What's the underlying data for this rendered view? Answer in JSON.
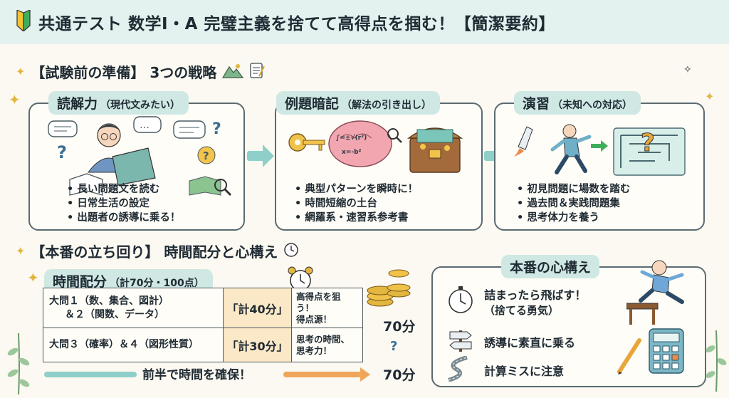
{
  "header": {
    "title": "共通テスト 数学Ⅰ・A 完璧主義を捨てて高得点を掴む！【簡潔要約】",
    "badge_icon": "beginner-mark-icon"
  },
  "section1": {
    "title": "【試験前の準備】 3つの戦略",
    "icons": [
      "mountain-icon",
      "notepad-icon"
    ],
    "cards": [
      {
        "title": "読解力",
        "subtitle": "（現代文みたい）",
        "illustration": "reading-student-icon",
        "bullets": [
          "長い問題文を読む",
          "日常生活の設定",
          "出題者の誘導に乗る！"
        ]
      },
      {
        "title": "例題暗記",
        "subtitle": "（解法の引き出し）",
        "illustration": "key-brain-treasure-icon",
        "brain_formula_1": "∫=±√(r²)",
        "brain_formula_2": "x=-b²",
        "bullets": [
          "典型パターンを瞬時に！",
          "時間短縮の土台",
          "網羅系・速習系参考書"
        ]
      },
      {
        "title": "演習",
        "subtitle": "（未知への対応）",
        "illustration": "runner-maze-icon",
        "bullets": [
          "初見問題に場数を踏む",
          "過去問＆実践問題集",
          "思考体力を養う"
        ]
      }
    ]
  },
  "section2": {
    "title": "【本番の立ち回り】 時間配分と心構え",
    "clock_icon": "clock-icon",
    "allocation": {
      "title": "時間配分",
      "subtitle": "（計70分・100点）",
      "rows": [
        {
          "question_line1": "大問１（数、集合、図計）",
          "question_line2": "＆２（関数、データ）",
          "time": "「計40分」",
          "note_line1": "高得点を狙う！",
          "note_line2": "得点源！"
        },
        {
          "question_line1": "大問３（確率）＆４（図形性質）",
          "question_line2": "",
          "time": "「計30分」",
          "note_line1": "思考の時間、",
          "note_line2": "思考力！"
        }
      ],
      "total_label": "70分",
      "bottom_arrow_text": "前半で時間を確保！",
      "bottom_total": "70分"
    },
    "mindset": {
      "title": "本番の心構え",
      "items": [
        {
          "icon": "stopwatch-icon",
          "text": "詰まったら飛ばす！",
          "sub": "（捨てる勇気）"
        },
        {
          "icon": "signpost-icon",
          "text": "誘導に素直に乗る",
          "sub": ""
        },
        {
          "icon": "calculator-icon",
          "text": "計算ミスに注意",
          "sub": ""
        }
      ]
    }
  },
  "colors": {
    "header_bg": "#e3f1ef",
    "pill_bg": "#cfe8e3",
    "arrow": "#8fcfc9",
    "time_cell": "#fbe8c7",
    "accent_gold": "#e3b640",
    "orange_arrow": "#f0a65a"
  }
}
